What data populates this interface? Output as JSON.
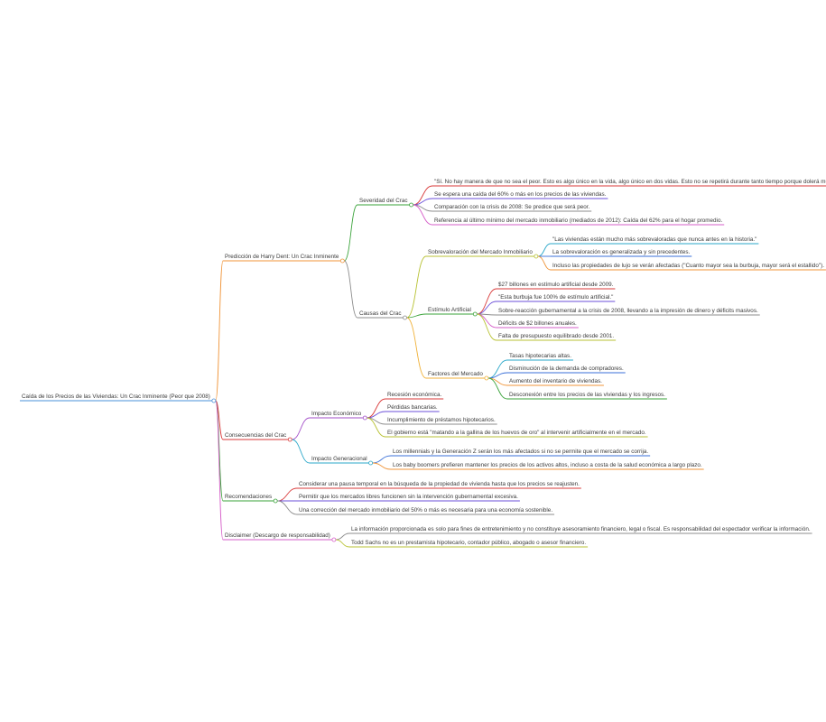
{
  "mindmap": {
    "root": {
      "text": "Caída de los Precios de las Viviendas: Un Crac Inminente (Peor que 2008)",
      "color": "#4a90d9",
      "children": [
        {
          "text": "Predicción de Harry Dent: Un Crac Inminente",
          "color": "#f0953a",
          "children": [
            {
              "text": "Severidad del Crac",
              "color": "#3aa33a",
              "children": [
                {
                  "text": "\"Sí. No hay manera de que no sea el peor. Esto es algo único en la vida, algo único en dos vidas. Esto no se repetirá durante tanto tiempo porque dolerá mucho.\"",
                  "color": "#d93a3a"
                },
                {
                  "text": "Se espera una caída del 60% o más en los precios de las viviendas.",
                  "color": "#6b4fd8"
                },
                {
                  "text": "Comparación con la crisis de 2008: Se predice que será peor.",
                  "color": "#8c8c8c"
                },
                {
                  "text": "Referencia al último mínimo del mercado inmobiliario (mediados de 2012): Caída del 62% para el hogar promedio.",
                  "color": "#d65fc9"
                }
              ]
            },
            {
              "text": "Causas del Crac",
              "color": "#8c8c8c",
              "children": [
                {
                  "text": "Sobrevaloración del Mercado Inmobiliario",
                  "color": "#b8c234",
                  "children": [
                    {
                      "text": "\"Las viviendas están mucho más sobrevaloradas que nunca antes en la historia.\"",
                      "color": "#2aa7c9"
                    },
                    {
                      "text": "La sobrevaloración es generalizada y sin precedentes.",
                      "color": "#3a6fd8"
                    },
                    {
                      "text": "Incluso las propiedades de lujo se verán afectadas (\"Cuanto mayor sea la burbuja, mayor será el estallido\").",
                      "color": "#f0953a"
                    }
                  ]
                },
                {
                  "text": "Estímulo Artificial",
                  "color": "#3aa33a",
                  "children": [
                    {
                      "text": "$27 billones en estímulo artificial desde 2009.",
                      "color": "#d93a3a"
                    },
                    {
                      "text": "\"Esta burbuja fue 100% de estímulo artificial.\"",
                      "color": "#6b4fd8"
                    },
                    {
                      "text": "Sobre-reacción gubernamental a la crisis de 2008, llevando a la impresión de dinero y déficits masivos.",
                      "color": "#8c8c8c"
                    },
                    {
                      "text": "Déficits de $2 billones anuales.",
                      "color": "#d65fc9"
                    },
                    {
                      "text": "Falta de presupuesto equilibrado desde 2001.",
                      "color": "#b8c234"
                    }
                  ]
                },
                {
                  "text": "Factores del Mercado",
                  "color": "#f0b23a",
                  "children": [
                    {
                      "text": "Tasas hipotecarias altas.",
                      "color": "#2aa7c9"
                    },
                    {
                      "text": "Disminución de la demanda de compradores.",
                      "color": "#3a6fd8"
                    },
                    {
                      "text": "Aumento del inventario de viviendas.",
                      "color": "#f0953a"
                    },
                    {
                      "text": "Desconexión entre los precios de las viviendas y los ingresos.",
                      "color": "#3aa33a"
                    }
                  ]
                }
              ]
            }
          ]
        },
        {
          "text": "Consecuencias del Crac",
          "color": "#d93a3a",
          "children": [
            {
              "text": "Impacto Económico",
              "color": "#a34fc9",
              "children": [
                {
                  "text": "Recesión económica.",
                  "color": "#d93a3a"
                },
                {
                  "text": "Pérdidas bancarias.",
                  "color": "#6b4fd8"
                },
                {
                  "text": "Incumplimiento de préstamos hipotecarios.",
                  "color": "#8c8c8c"
                },
                {
                  "text": "El gobierno está \"matando a la gallina de los huevos de oro\" al intervenir artificialmente en el mercado.",
                  "color": "#b8c234"
                }
              ]
            },
            {
              "text": "Impacto Generacional",
              "color": "#2aa7c9",
              "children": [
                {
                  "text": "Los millennials y la Generación Z serán los más afectados si no se permite que el mercado se corrija.",
                  "color": "#3a6fd8"
                },
                {
                  "text": "Los baby boomers prefieren mantener los precios de los activos altos, incluso a costa de la salud económica a largo plazo.",
                  "color": "#f0953a"
                }
              ]
            }
          ]
        },
        {
          "text": "Recomendaciones",
          "color": "#3aa33a",
          "children": [
            {
              "text": "Considerar una pausa temporal en la búsqueda de la propiedad de vivienda hasta que los precios se reajusten.",
              "color": "#d93a3a"
            },
            {
              "text": "Permitir que los mercados libres funcionen sin la intervención gubernamental excesiva.",
              "color": "#6b4fd8"
            },
            {
              "text": "Una corrección del mercado inmobiliario del 50% o más es necesaria para una economía sostenible.",
              "color": "#8c8c8c"
            }
          ]
        },
        {
          "text": "Disclaimer (Descargo de responsabilidad)",
          "color": "#d65fc9",
          "children": [
            {
              "text": "La información proporcionada es solo para fines de entretenimiento y no constituye asesoramiento financiero, legal o fiscal. Es responsabilidad del espectador verificar la información.",
              "color": "#8c8c8c"
            },
            {
              "text": "Todd Sachs no es un prestamista hipotecario, contador público, abogado o asesor financiero.",
              "color": "#b8c234"
            }
          ]
        }
      ]
    }
  }
}
